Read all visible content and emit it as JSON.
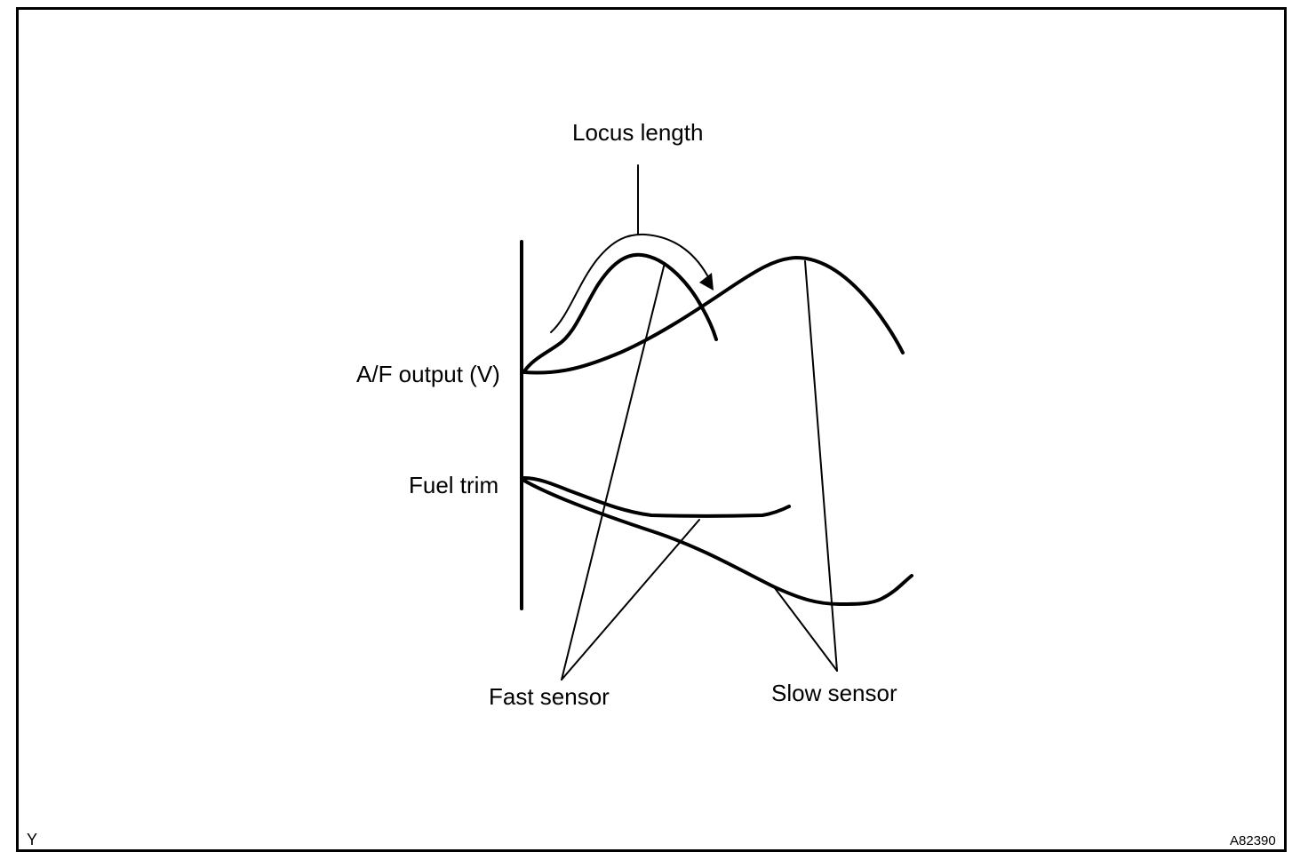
{
  "labels": {
    "locus_length": "Locus length",
    "af_output": "A/F output (V)",
    "fuel_trim": "Fuel trim",
    "fast_sensor": "Fast sensor",
    "slow_sensor": "Slow sensor"
  },
  "corner_marks": {
    "left": "Y",
    "right": "A82390"
  }
}
